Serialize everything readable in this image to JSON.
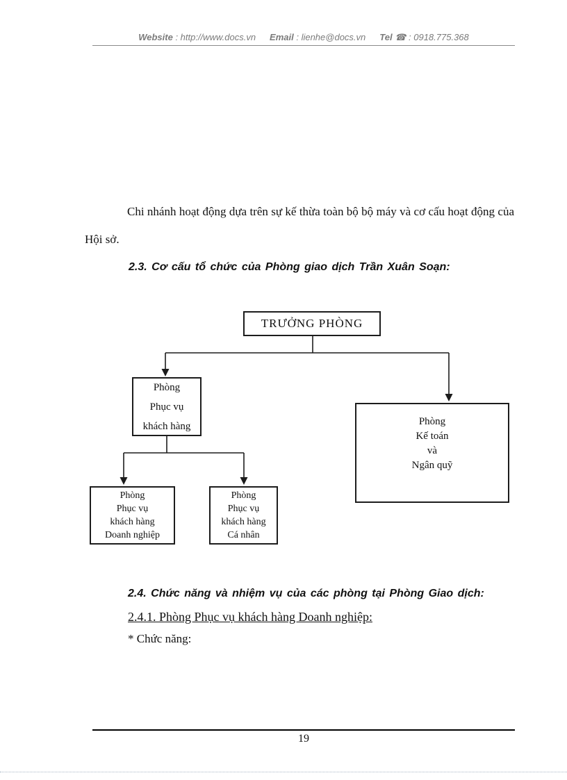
{
  "header": {
    "website_label": "Website",
    "website_text": " : http://www.docs.vn",
    "email_label": "Email",
    "email_text": " : lienhe@docs.vn",
    "tel_label": "Tel",
    "phone_icon": "☎",
    "tel_text": " : 0918.775.368"
  },
  "body": {
    "paragraph": "Chi nhánh hoạt động dựa trên sự kế thừa toàn bộ bộ máy và cơ cấu hoạt động của Hội sở.",
    "heading_2_3": "2.3. Cơ cấu tổ chức của Phòng giao dịch Trần Xuân Soạn:",
    "heading_2_4": "2.4. Chức năng và nhiệm vụ của các phòng tại Phòng Giao dịch:",
    "heading_2_4_1": "2.4.1. Phòng Phục vụ khách hàng Doanh nghiệp:",
    "function_line": "* Chức năng:"
  },
  "org_chart": {
    "nodes": [
      {
        "id": "truong-phong",
        "lines": [
          "TRƯỞNG PHÒNG"
        ]
      },
      {
        "id": "phong-phuc-vu-khach-hang",
        "lines": [
          "Phòng",
          "Phục vụ",
          "khách hàng"
        ]
      },
      {
        "id": "phong-ke-toan-va-ngan-quy",
        "lines": [
          "Phòng",
          "Kế toán",
          "và",
          "Ngân quỹ"
        ]
      },
      {
        "id": "phong-pvkh-doanh-nghiep",
        "lines": [
          "Phòng",
          "Phục vụ",
          "khách hàng",
          "Doanh nghiệp"
        ]
      },
      {
        "id": "phong-pvkh-ca-nhan",
        "lines": [
          "Phòng",
          "Phục vụ",
          "khách hàng",
          "Cá nhân"
        ]
      }
    ]
  },
  "footer": {
    "page_number": "19"
  },
  "colors": {
    "text": "#111111",
    "header_text": "#7b7b7b",
    "box_border": "#1c1c1c"
  }
}
